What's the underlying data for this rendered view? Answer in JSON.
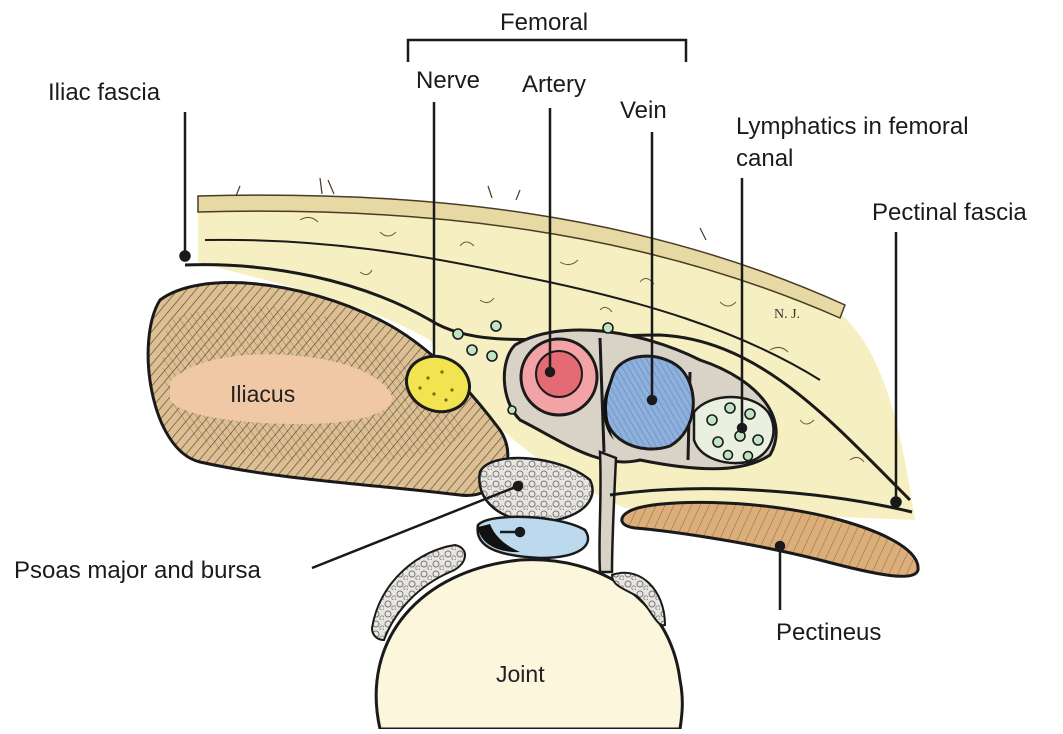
{
  "labels": {
    "femoral": "Femoral",
    "nerve": "Nerve",
    "artery": "Artery",
    "vein": "Vein",
    "lymphatics_line1": "Lymphatics in femoral",
    "lymphatics_line2": "canal",
    "iliac_fascia": "Iliac fascia",
    "pectinal_fascia": "Pectinal fascia",
    "iliacus": "Iliacus",
    "psoas": "Psoas major and bursa",
    "pectineus": "Pectineus",
    "joint": "Joint",
    "signature": "N. J."
  },
  "colors": {
    "fat": "#f6efc2",
    "muscle": "#dcc093",
    "iliacus_core": "#f1c8a6",
    "nerve": "#f2e351",
    "artery_wall": "#f3a3a6",
    "artery_lumen": "#e46a73",
    "vein": "#8eb0dc",
    "lymph_node": "#bfe3c4",
    "bursa": "#bcd9ee",
    "joint": "#fbf6dc",
    "outline": "#1a1a1a"
  }
}
